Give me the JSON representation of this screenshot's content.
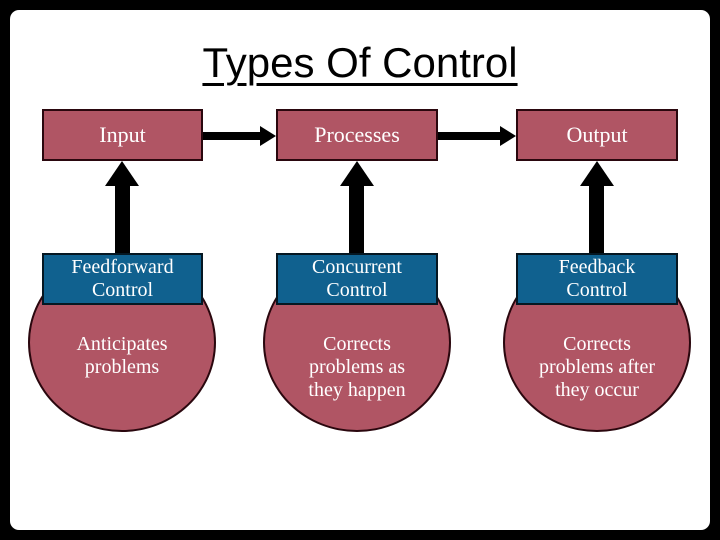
{
  "title": "Types Of Control",
  "colors": {
    "frame": "#000000",
    "canvas": "#ffffff",
    "stage_fill": "#b05564",
    "stage_border": "#2a070e",
    "control_fill": "#10618f",
    "control_border": "#051722",
    "arrow": "#000000",
    "title_text": "#000000",
    "shape_text": "#ffffff"
  },
  "icons": {
    "flow_arrow": "arrow-right",
    "control_arrow": "arrow-up"
  },
  "columns": [
    {
      "stage": "Input",
      "control": "Feedforward\nControl",
      "description": "Anticipates\nproblems"
    },
    {
      "stage": "Processes",
      "control": "Concurrent\nControl",
      "description": "Corrects\nproblems as\nthey happen"
    },
    {
      "stage": "Output",
      "control": "Feedback\nControl",
      "description": "Corrects\nproblems after\nthey occur"
    }
  ]
}
